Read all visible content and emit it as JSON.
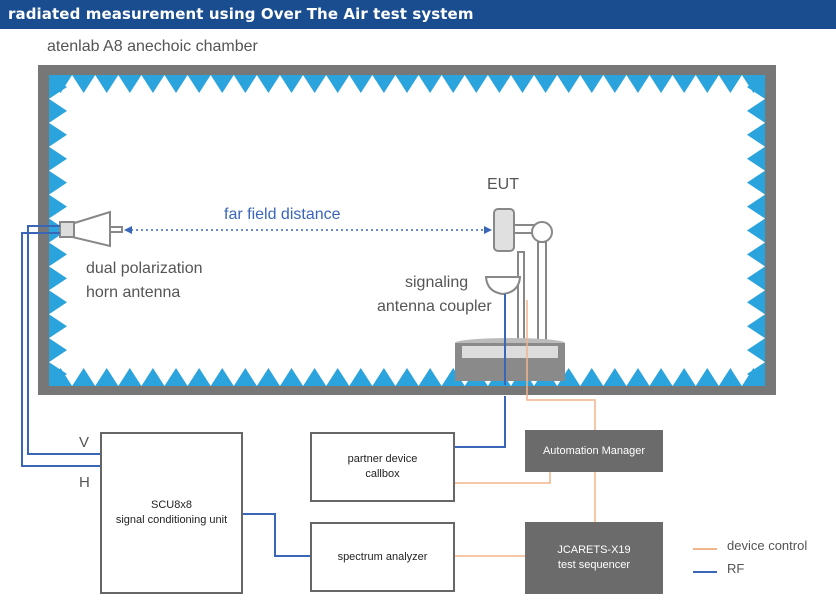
{
  "title": "radiated measurement using Over The Air test system",
  "chamber_label": "atenlab A8 anechoic chamber",
  "far_field_label": "far field distance",
  "eut_label": "EUT",
  "horn_label_line1": "dual polarization",
  "horn_label_line2": "horn antenna",
  "coupler_label_line1": "signaling",
  "coupler_label_line2": "antenna coupler",
  "port_v": "V",
  "port_h": "H",
  "scu_line1": "SCU8x8",
  "scu_line2": "signal conditioning unit",
  "callbox_line1": "partner device",
  "callbox_line2": "callbox",
  "spectrum_analyzer": "spectrum analyzer",
  "automation_manager": "Automation Manager",
  "sequencer_line1": "JCARETS-X19",
  "sequencer_line2": "test sequencer",
  "legend": {
    "device_control": "device control",
    "rf": "RF"
  },
  "colors": {
    "title_bar": "#1a4d8f",
    "rf": "#3a66b8",
    "device_control": "#f2b48c",
    "absorber": "#2ba3dc",
    "chamber_wall": "#777777"
  }
}
